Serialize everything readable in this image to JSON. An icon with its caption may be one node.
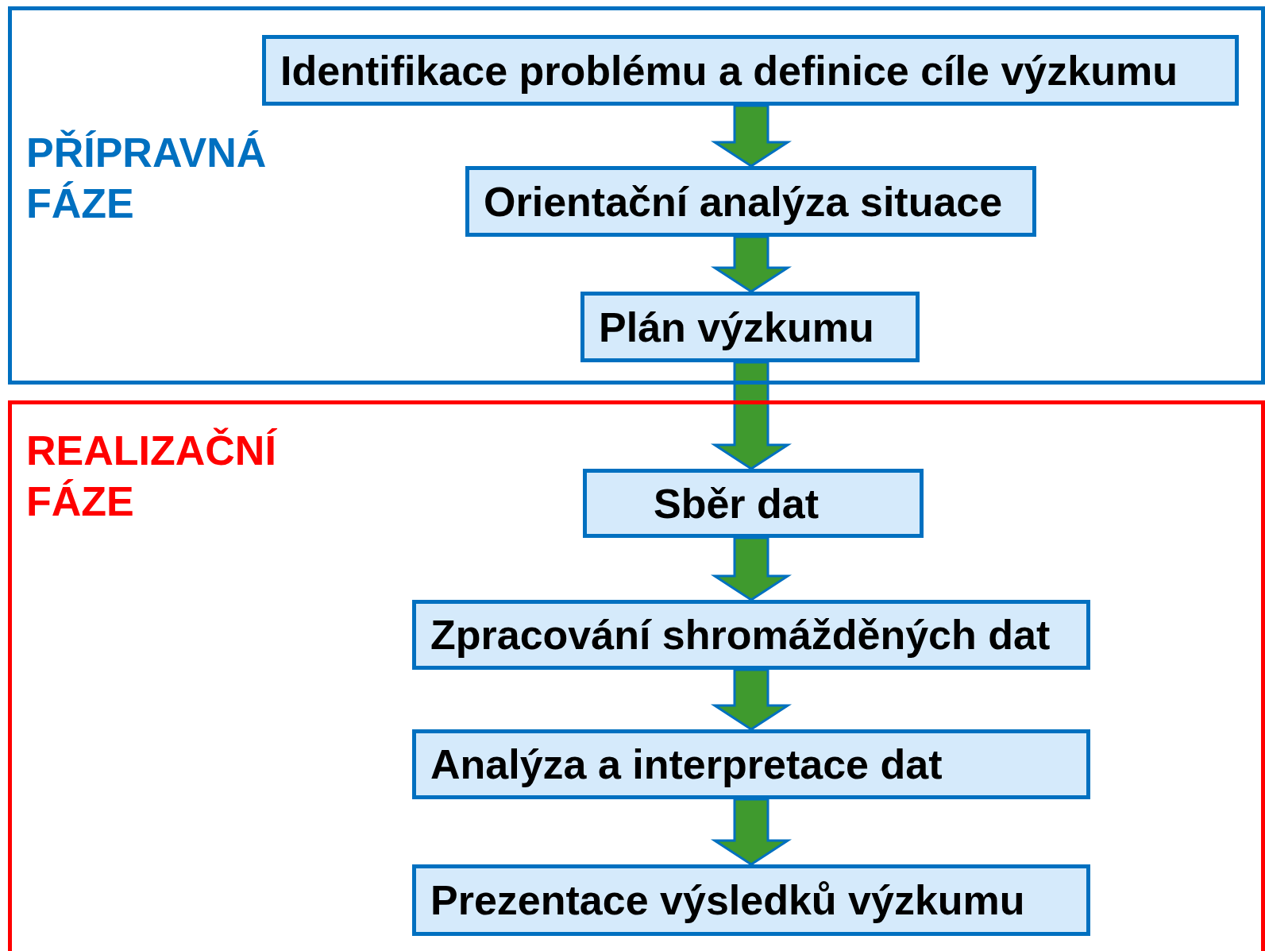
{
  "diagram": {
    "nodes": [
      {
        "text": [
          "PŘÍPRAVNÁ FÁZE"
        ]
      },
      {
        "text": [
          "Identifikace problému a definice cíle výzkumu"
        ],
        "in": 0
      },
      {
        "text": [
          "Orientační analýza situace"
        ],
        "in": 0
      },
      {
        "text": [
          "Plán výzkumu"
        ],
        "in": 0
      },
      {
        "text": [
          "REALIZAČNÍ FÁZE"
        ]
      },
      {
        "text": [
          "Sběr dat"
        ],
        "in": 4
      },
      {
        "text": [
          "Zpracování shromážděných dat"
        ],
        "in": 4
      },
      {
        "text": [
          "Analýza a interpretace dat"
        ],
        "in": 4
      },
      {
        "text": [
          "Prezentace výsledků výzkumu"
        ],
        "in": 4
      }
    ],
    "edges": [
      {
        "from": 1,
        "to": 2,
        "arrow": "to"
      },
      {
        "from": 2,
        "to": 3,
        "arrow": "to"
      },
      {
        "from": 3,
        "to": 5,
        "arrow": "to"
      },
      {
        "from": 5,
        "to": 6,
        "arrow": "to"
      },
      {
        "from": 6,
        "to": 7,
        "arrow": "to"
      },
      {
        "from": 7,
        "to": 8,
        "arrow": "to"
      }
    ]
  }
}
